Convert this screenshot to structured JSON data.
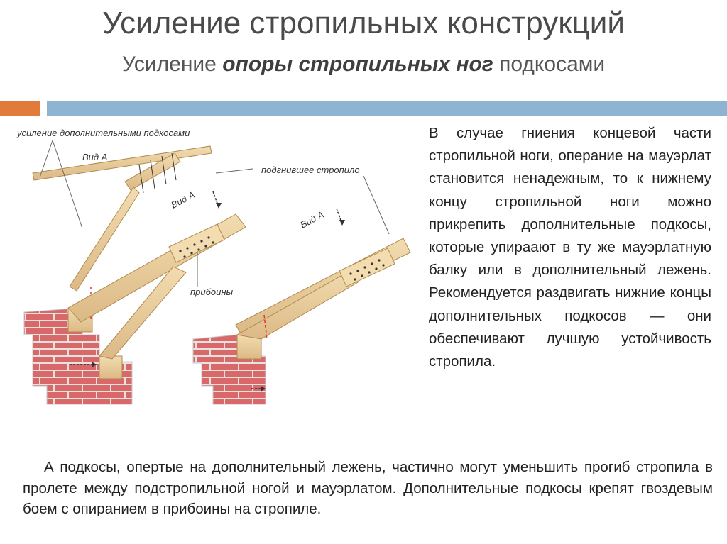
{
  "header": {
    "title": "Усиление стропильных конструкций",
    "subtitle_prefix": "Усиление ",
    "subtitle_bold": "опоры стропильных ног",
    "subtitle_suffix": " подкосами"
  },
  "figure": {
    "label_reinforcement": "усиление дополнительными подкосами",
    "label_view_a_1": "Вид А",
    "label_view_a_2": "Вид А",
    "label_view_a_3": "Вид А",
    "label_rotten": "подгнившее стропило",
    "label_pads": "прибоины"
  },
  "side_text": "В случае гниения концевой части стропильной ноги, операние на мауэрлат становится ненадежным, то к нижнему концу стропильной ноги можно прикрепить дополнительные подкосы, которые упираают в ту же мауэрлатную балку или в дополнительный лежень. Рекомендуется раздвигать нижние концы дополнительных подкосов — они обеспечивают лучшую устойчивость стропила.",
  "bottom_text": "А подкосы, опертые на дополнительный лежень, частично могут уменьшить прогиб стропила в пролете между подстропильной ногой и мауэрлатом. Дополнительные подкосы крепят гвоздевым боем с опиранием в прибоины на стропиле.",
  "colors": {
    "accent_orange": "#e07b3c",
    "accent_blue": "#8fb4d2",
    "wood": "#e9cc9a",
    "brick": "#d9686a"
  }
}
